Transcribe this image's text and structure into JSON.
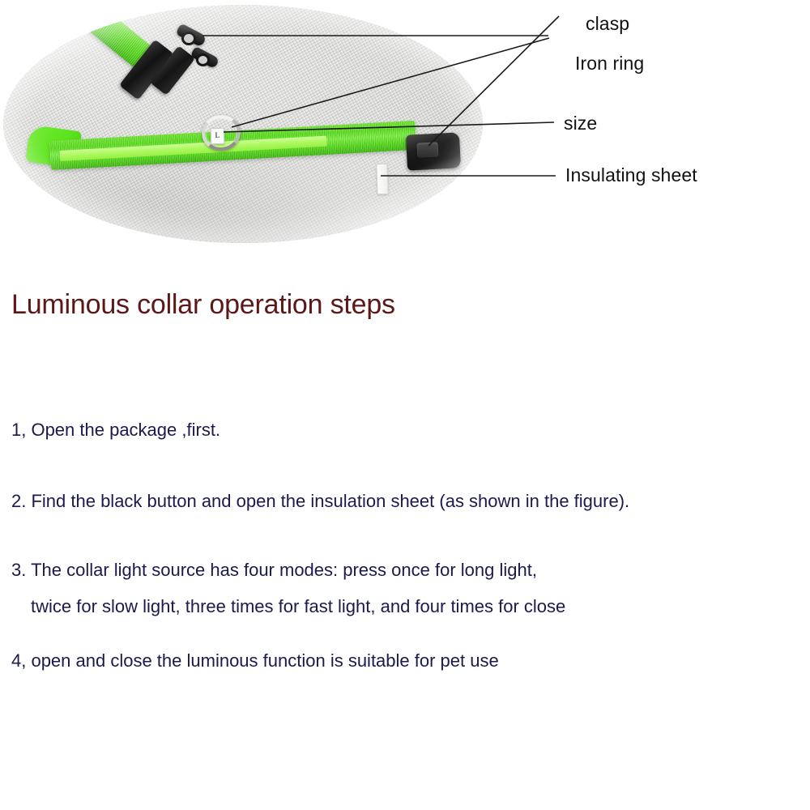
{
  "page": {
    "background_color": "#ffffff",
    "body_text_color": "#1A1A4E",
    "heading_color": "#5C1818",
    "callout_text_color": "#111111",
    "collar_color": "#5EE82A",
    "photo_background_color": "#d6d6d4"
  },
  "figure": {
    "name": "luminous-collar-photo",
    "size_tag_text": "L",
    "callouts": [
      {
        "id": "clasp",
        "label": "clasp"
      },
      {
        "id": "iron-ring",
        "label": "Iron ring"
      },
      {
        "id": "size",
        "label": "size"
      },
      {
        "id": "insulating-sheet",
        "label": "Insulating sheet"
      }
    ]
  },
  "heading": {
    "text": "Luminous collar operation steps"
  },
  "steps": {
    "line_1": "1, Open the package ,first.",
    "line_2": "2. Find the black button and open the insulation sheet (as shown in the figure).",
    "line_3a": "3. The collar light source has four modes: press once for long light,",
    "line_3b": "twice for slow light, three times for fast light, and four times for close",
    "line_4": "4, open and close the luminous function is suitable for pet use"
  }
}
